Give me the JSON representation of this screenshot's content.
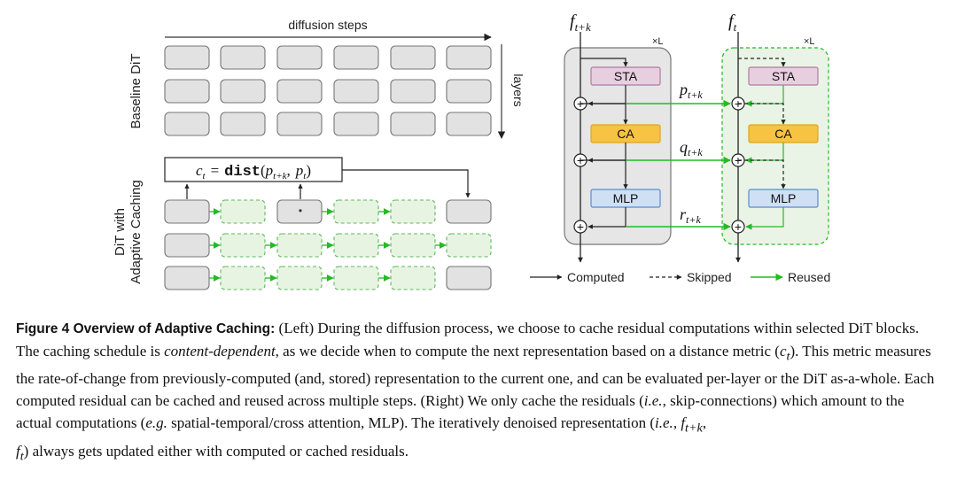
{
  "left_panel": {
    "top_label": "diffusion steps",
    "right_label": "layers",
    "baseline_label": "Baseline DiT",
    "adaptive_label_line1": "DiT with",
    "adaptive_label_line2": "Adaptive Caching",
    "formula": {
      "c": "c",
      "c_sub": "t",
      "eq": "=",
      "func": "dist",
      "open": "(",
      "p1": "p",
      "p1_sub": "t+k",
      "comma": ",",
      "p2": "p",
      "p2_sub": "t",
      "close": ")"
    },
    "marker": "•"
  },
  "right_panel": {
    "left_title": "f",
    "left_title_sub": "t+k",
    "right_title": "f",
    "right_title_sub": "t",
    "repeat_left": "×L",
    "repeat_right": "×L",
    "blocks": {
      "sta": "STA",
      "ca": "CA",
      "mlp": "MLP"
    },
    "residuals": [
      {
        "sym": "p",
        "sub": "t+k"
      },
      {
        "sym": "q",
        "sub": "t+k"
      },
      {
        "sym": "r",
        "sub": "t+k"
      }
    ],
    "plus": "+",
    "colors": {
      "sta_fill": "#e8cfe0",
      "sta_stroke": "#b07aa0",
      "ca_fill": "#f6c343",
      "ca_stroke": "#e0a520",
      "mlp_fill": "#cfe0f5",
      "mlp_stroke": "#5b8bd0",
      "computed_bg": "#e6e6e6",
      "skipped_bg": "#eaf4e6",
      "reuse_green": "#22bb22"
    }
  },
  "legend": {
    "computed": "Computed",
    "skipped": "Skipped",
    "reused": "Reused"
  },
  "caption": {
    "label": "Figure 4 Overview of Adaptive Caching:",
    "t1": " (Left) During the diffusion process, we choose to cache residual computations within selected DiT blocks. The caching schedule is ",
    "t1_i": "content-dependent",
    "t2": ", as we decide when to compute the next representation based on a distance metric (",
    "m1": "c",
    "m1_sub": "t",
    "t3": "). This metric measures the rate-of-change from previously-computed (and, stored) representation to the current one, and can be evaluated per-layer or the DiT as-a-whole. Each computed residual can be cached and reused across multiple steps. (Right) We only cache the residuals (",
    "t3_i": "i.e.",
    "t4": ", skip-connections) which amount to the actual computations (",
    "t4_i": "e.g.",
    "t5": " spatial-temporal/cross attention, MLP). The iteratively denoised representation (",
    "t5_i": "i.e.",
    "t6": ", ",
    "m2": "f",
    "m2_sub": "t+k",
    "t7": ",",
    "m3": "f",
    "m3_sub": "t",
    "t8": ") always gets updated either with computed or cached residuals."
  }
}
